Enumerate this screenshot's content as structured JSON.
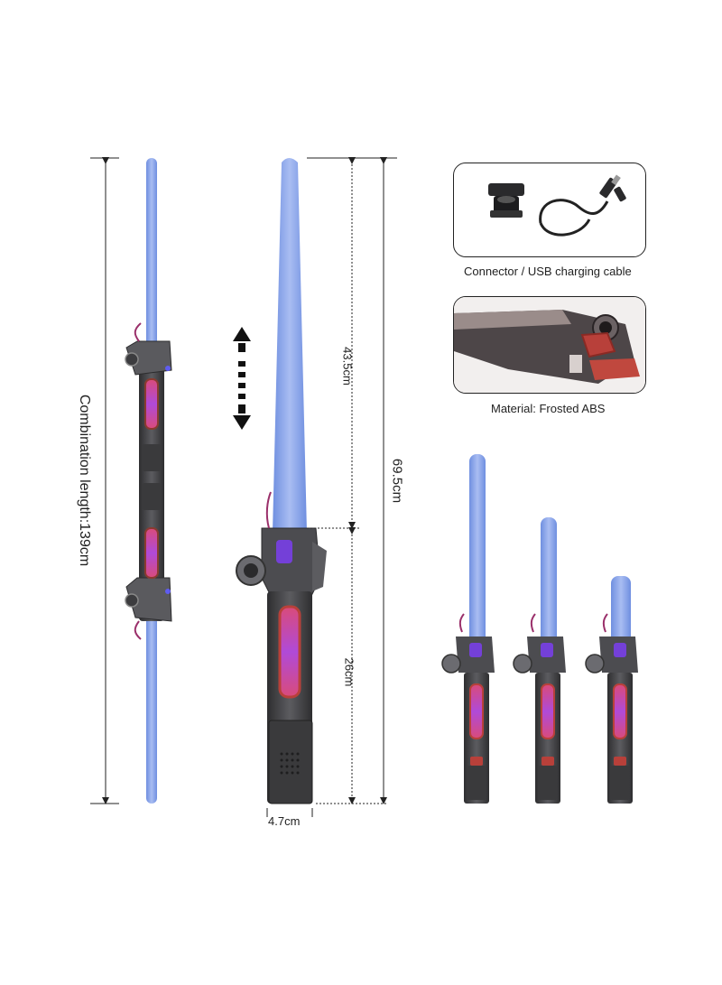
{
  "measurements": {
    "combination_length": "Combination length:139cm",
    "blade_length": "43.5cm",
    "total_length": "69.5cm",
    "handle_length": "26cm",
    "handle_width": "4.7cm"
  },
  "accessories": {
    "caption": "Connector / USB charging cable"
  },
  "material": {
    "caption": "Material: Frosted ABS"
  },
  "colors": {
    "blade": "#7f9fe6",
    "handle": "#4a4a4d",
    "accent_red": "#b8403a",
    "accent_purple": "#8a3fd6"
  }
}
